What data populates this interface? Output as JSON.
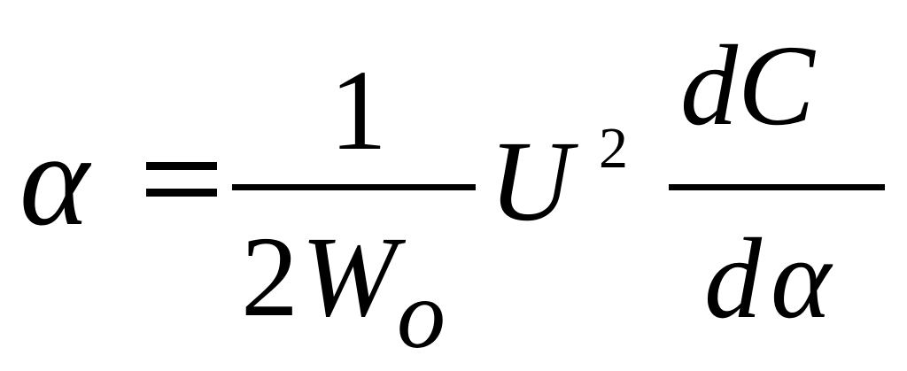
{
  "formula": {
    "lhs": "α",
    "equals": "=",
    "fraction1": {
      "numerator": "1",
      "denominator_coef": "2",
      "denominator_var": "W",
      "denominator_sub": "o"
    },
    "voltage": "U",
    "exponent": "2",
    "fraction2": {
      "numerator": "dC",
      "denominator_d": "d",
      "denominator_var": "α"
    }
  }
}
